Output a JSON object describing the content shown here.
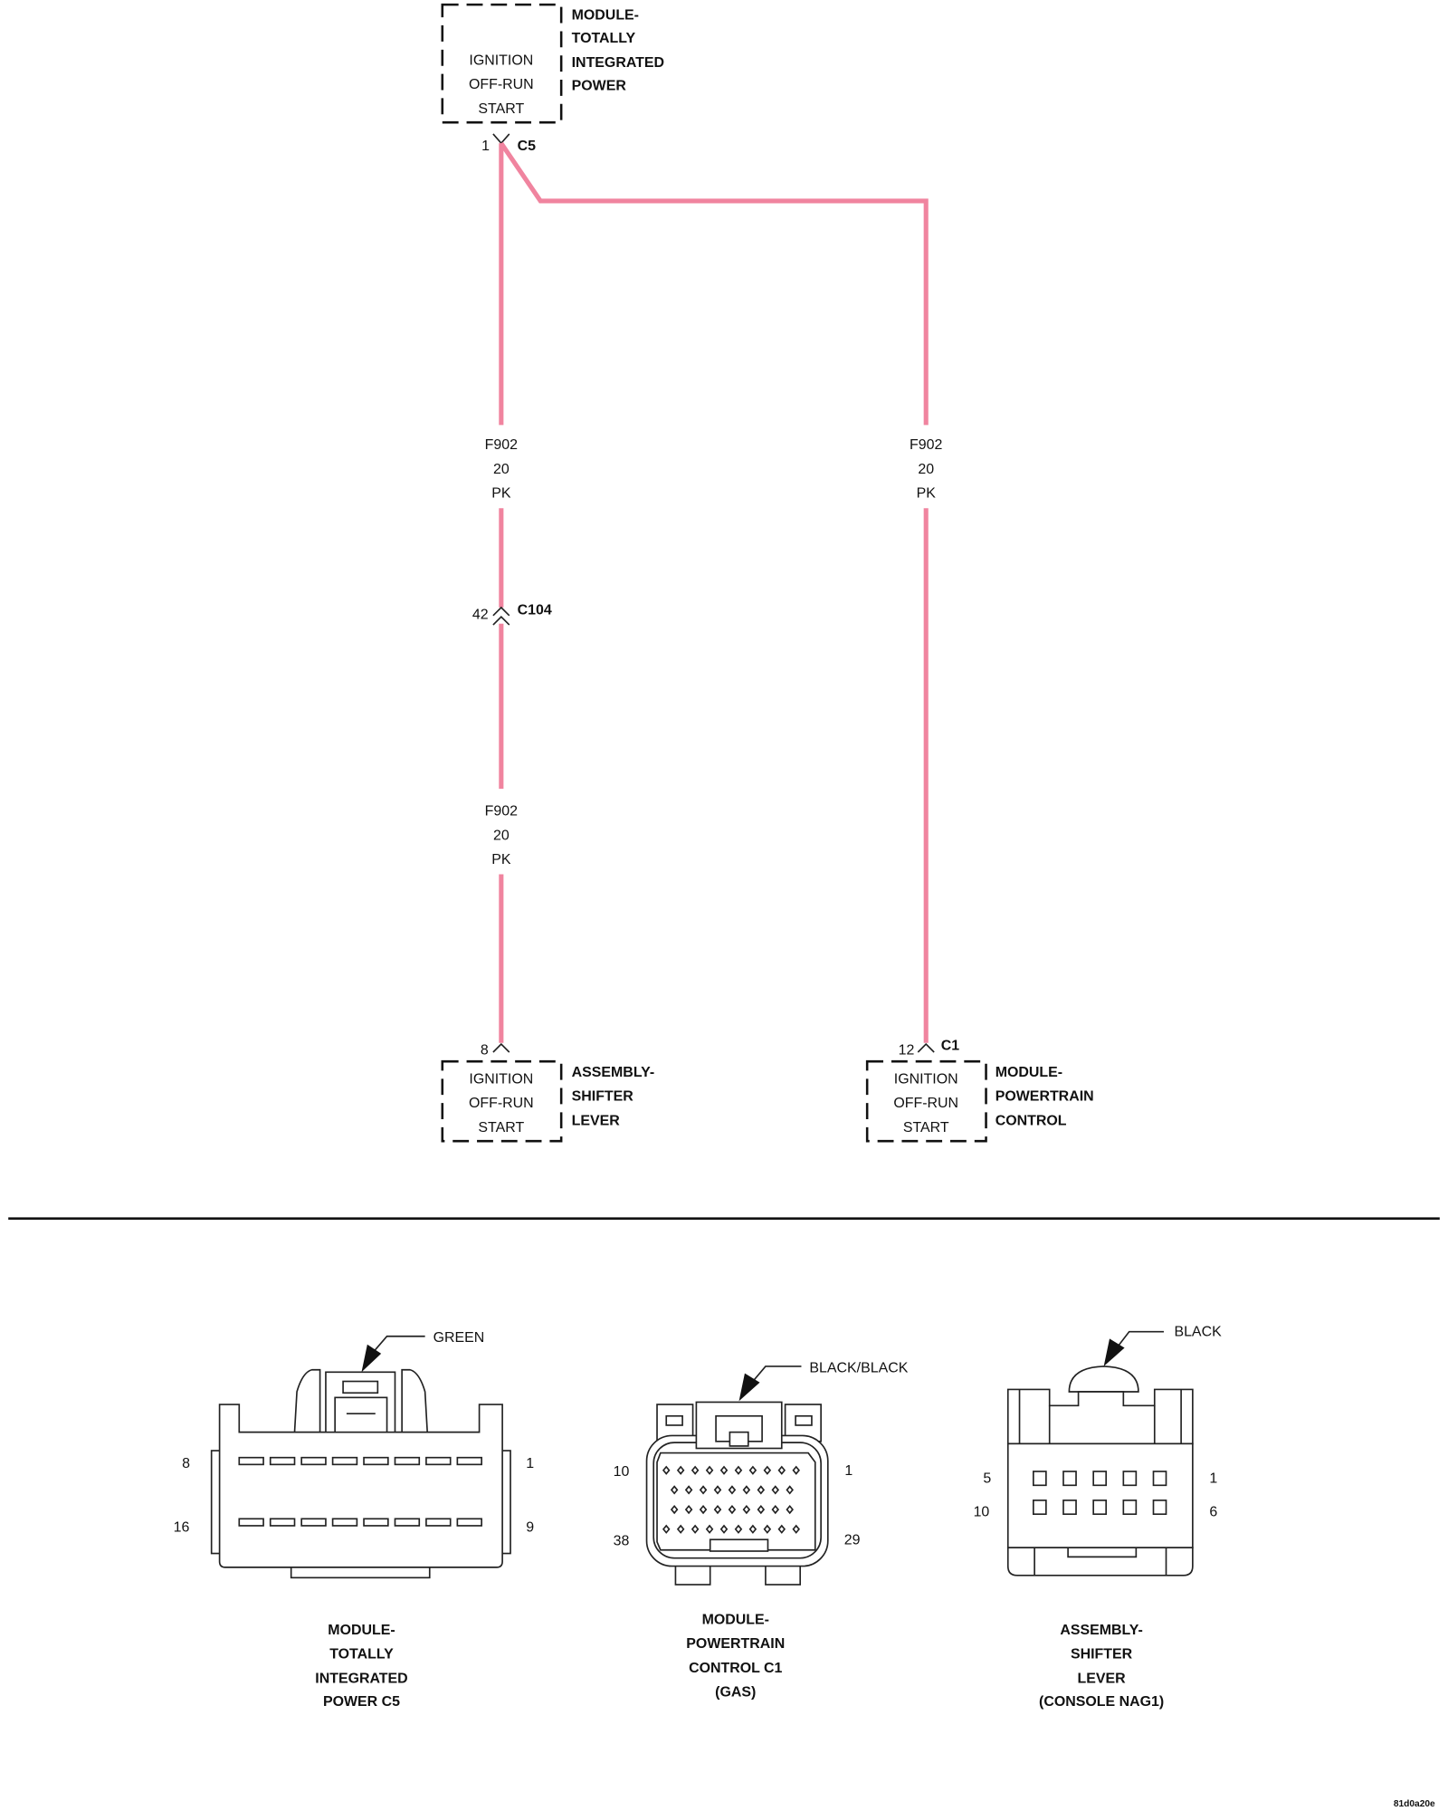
{
  "components": {
    "tipm": {
      "box_lines": [
        "IGNITION",
        "OFF-RUN",
        "START"
      ],
      "name_lines": [
        "MODULE-",
        "TOTALLY",
        "INTEGRATED",
        "POWER"
      ],
      "pin": "1",
      "connector": "C5"
    },
    "shifter": {
      "box_lines": [
        "IGNITION",
        "OFF-RUN",
        "START"
      ],
      "name_lines": [
        "ASSEMBLY-",
        "SHIFTER",
        "LEVER"
      ],
      "pin": "8"
    },
    "pcm": {
      "box_lines": [
        "IGNITION",
        "OFF-RUN",
        "START"
      ],
      "name_lines": [
        "MODULE-",
        "POWERTRAIN",
        "CONTROL"
      ],
      "pin": "12",
      "connector": "C1"
    }
  },
  "inline_connector": {
    "pin": "42",
    "name": "C104"
  },
  "wires": {
    "left_upper": [
      "F902",
      "20",
      "PK"
    ],
    "left_lower": [
      "F902",
      "20",
      "PK"
    ],
    "right": [
      "F902",
      "20",
      "PK"
    ],
    "color": "#f0849f"
  },
  "connector_views": [
    {
      "color_label": "GREEN",
      "pins": {
        "top_left": "8",
        "top_right": "1",
        "bottom_left": "16",
        "bottom_right": "9"
      },
      "caption": [
        "MODULE-",
        "TOTALLY",
        "INTEGRATED",
        "POWER C5"
      ]
    },
    {
      "color_label": "BLACK/BLACK",
      "pins": {
        "top_left": "10",
        "top_right": "1",
        "bottom_left": "38",
        "bottom_right": "29"
      },
      "caption": [
        "MODULE-",
        "POWERTRAIN",
        "CONTROL C1",
        "(GAS)"
      ]
    },
    {
      "color_label": "BLACK",
      "pins": {
        "top_left": "5",
        "top_right": "1",
        "bottom_left": "10",
        "bottom_right": "6"
      },
      "caption": [
        "ASSEMBLY-",
        "SHIFTER",
        "LEVER",
        "(CONSOLE NAG1)"
      ]
    }
  ],
  "figure_id": "81d0a20e"
}
